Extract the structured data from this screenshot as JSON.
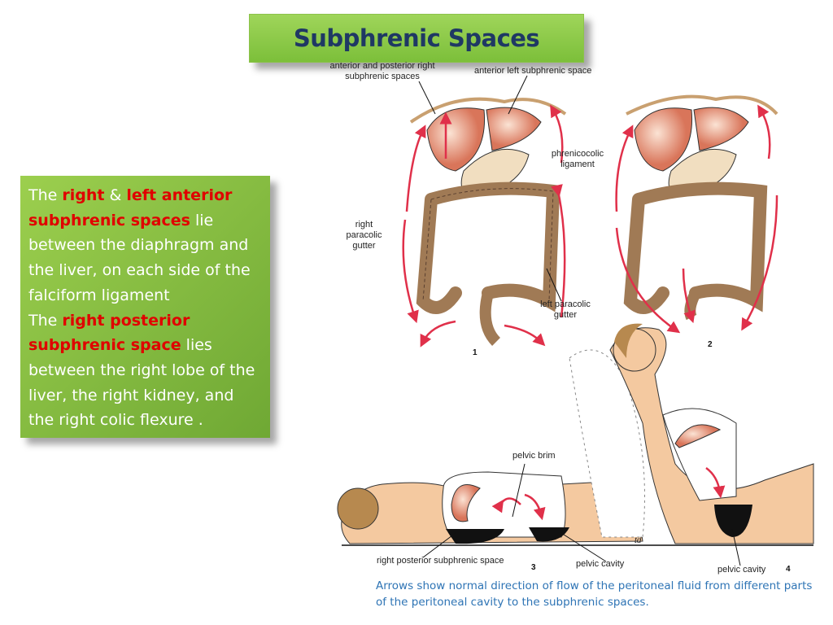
{
  "title": "Subphrenic Spaces",
  "text_box": {
    "p1": [
      {
        "t": "The ",
        "red": false
      },
      {
        "t": "right",
        "red": true
      },
      {
        "t": " & ",
        "red": false
      },
      {
        "t": "left anterior subphrenic spaces",
        "red": true
      },
      {
        "t": " lie between the diaphragm and the liver, on each side of the falciform ligament",
        "red": false
      }
    ],
    "p2": [
      {
        "t": "The ",
        "red": false
      },
      {
        "t": "right posterior subphrenic space",
        "red": true
      },
      {
        "t": " lies between the right lobe of the liver, the right kidney, and the right colic flexure .",
        "red": false
      }
    ]
  },
  "labels": {
    "ant_post_right": "anterior and posterior right subphrenic spaces",
    "ant_left": "anterior left subphrenic space",
    "phrenicocolic": "phrenicocolic ligament",
    "right_paracolic": "right paracolic gutter",
    "left_paracolic": "left paracolic gutter",
    "pelvic_brim": "pelvic brim",
    "right_post": "right posterior subphrenic space",
    "pelvic_cavity_1": "pelvic cavity",
    "pelvic_cavity_2": "pelvic cavity",
    "signature": "td"
  },
  "figure_numbers": [
    "1",
    "2",
    "3",
    "4"
  ],
  "caption": "Arrows show normal direction of flow of the peritoneal fluid from different parts of the peritoneal cavity to the subphrenic spaces.",
  "colors": {
    "title_text": "#1f3864",
    "highlight": "#e00000",
    "caption": "#2e74b5",
    "box_green": "#7cbf3a",
    "arrow": "#e0304a"
  }
}
